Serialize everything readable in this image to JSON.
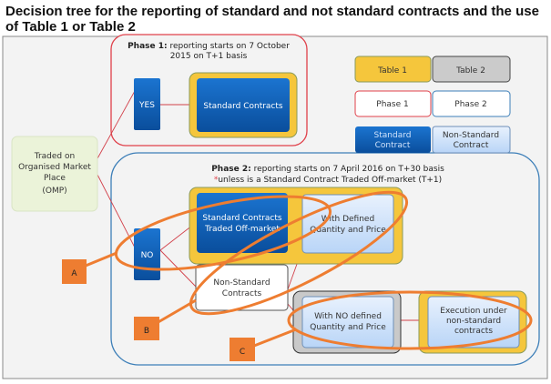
{
  "title": "Decision tree for the reporting of standard and not standard contracts and the use of Table 1 or Table 2",
  "phase1": {
    "label": "Phase 1:",
    "text1": " reporting starts on 7 October",
    "text2": "2015 on T+1 basis"
  },
  "phase2": {
    "label": "Phase 2:",
    "text1": " reporting starts on 7 April 2016 on T+30 basis",
    "star": "*",
    "text2": "unless is a Standard Contract Traded Off-market (T+1)"
  },
  "nodes": {
    "omp": [
      "Traded on",
      "Organised Market",
      "Place",
      "(OMP)"
    ],
    "yes": "YES",
    "no": "NO",
    "standard": "Standard Contracts",
    "std_off": [
      "Standard Contracts",
      "Traded Off-market"
    ],
    "defined": [
      "With Defined",
      "Quantity and Price"
    ],
    "non_std": [
      "Non-Standard",
      "Contracts"
    ],
    "no_defined": [
      "With NO defined",
      "Quantity and Price"
    ],
    "execution": [
      "Execution under",
      "non-standard",
      "contracts"
    ]
  },
  "legend": {
    "table1": "Table 1",
    "table2": "Table 2",
    "phase1": "Phase 1",
    "phase2": "Phase 2",
    "standard": [
      "Standard",
      "Contract"
    ],
    "non_standard": [
      "Non-Standard",
      "Contract"
    ]
  },
  "callouts": [
    "A",
    "B",
    "C"
  ],
  "colors": {
    "table1": "#f5c63c",
    "table2": "#c9c9c9",
    "phase1": "#e0404a",
    "phase2": "#3d7fb8",
    "standard": "#0a5bb5",
    "non_standard": "#cfe2fb",
    "callout": "#ee7d31"
  }
}
